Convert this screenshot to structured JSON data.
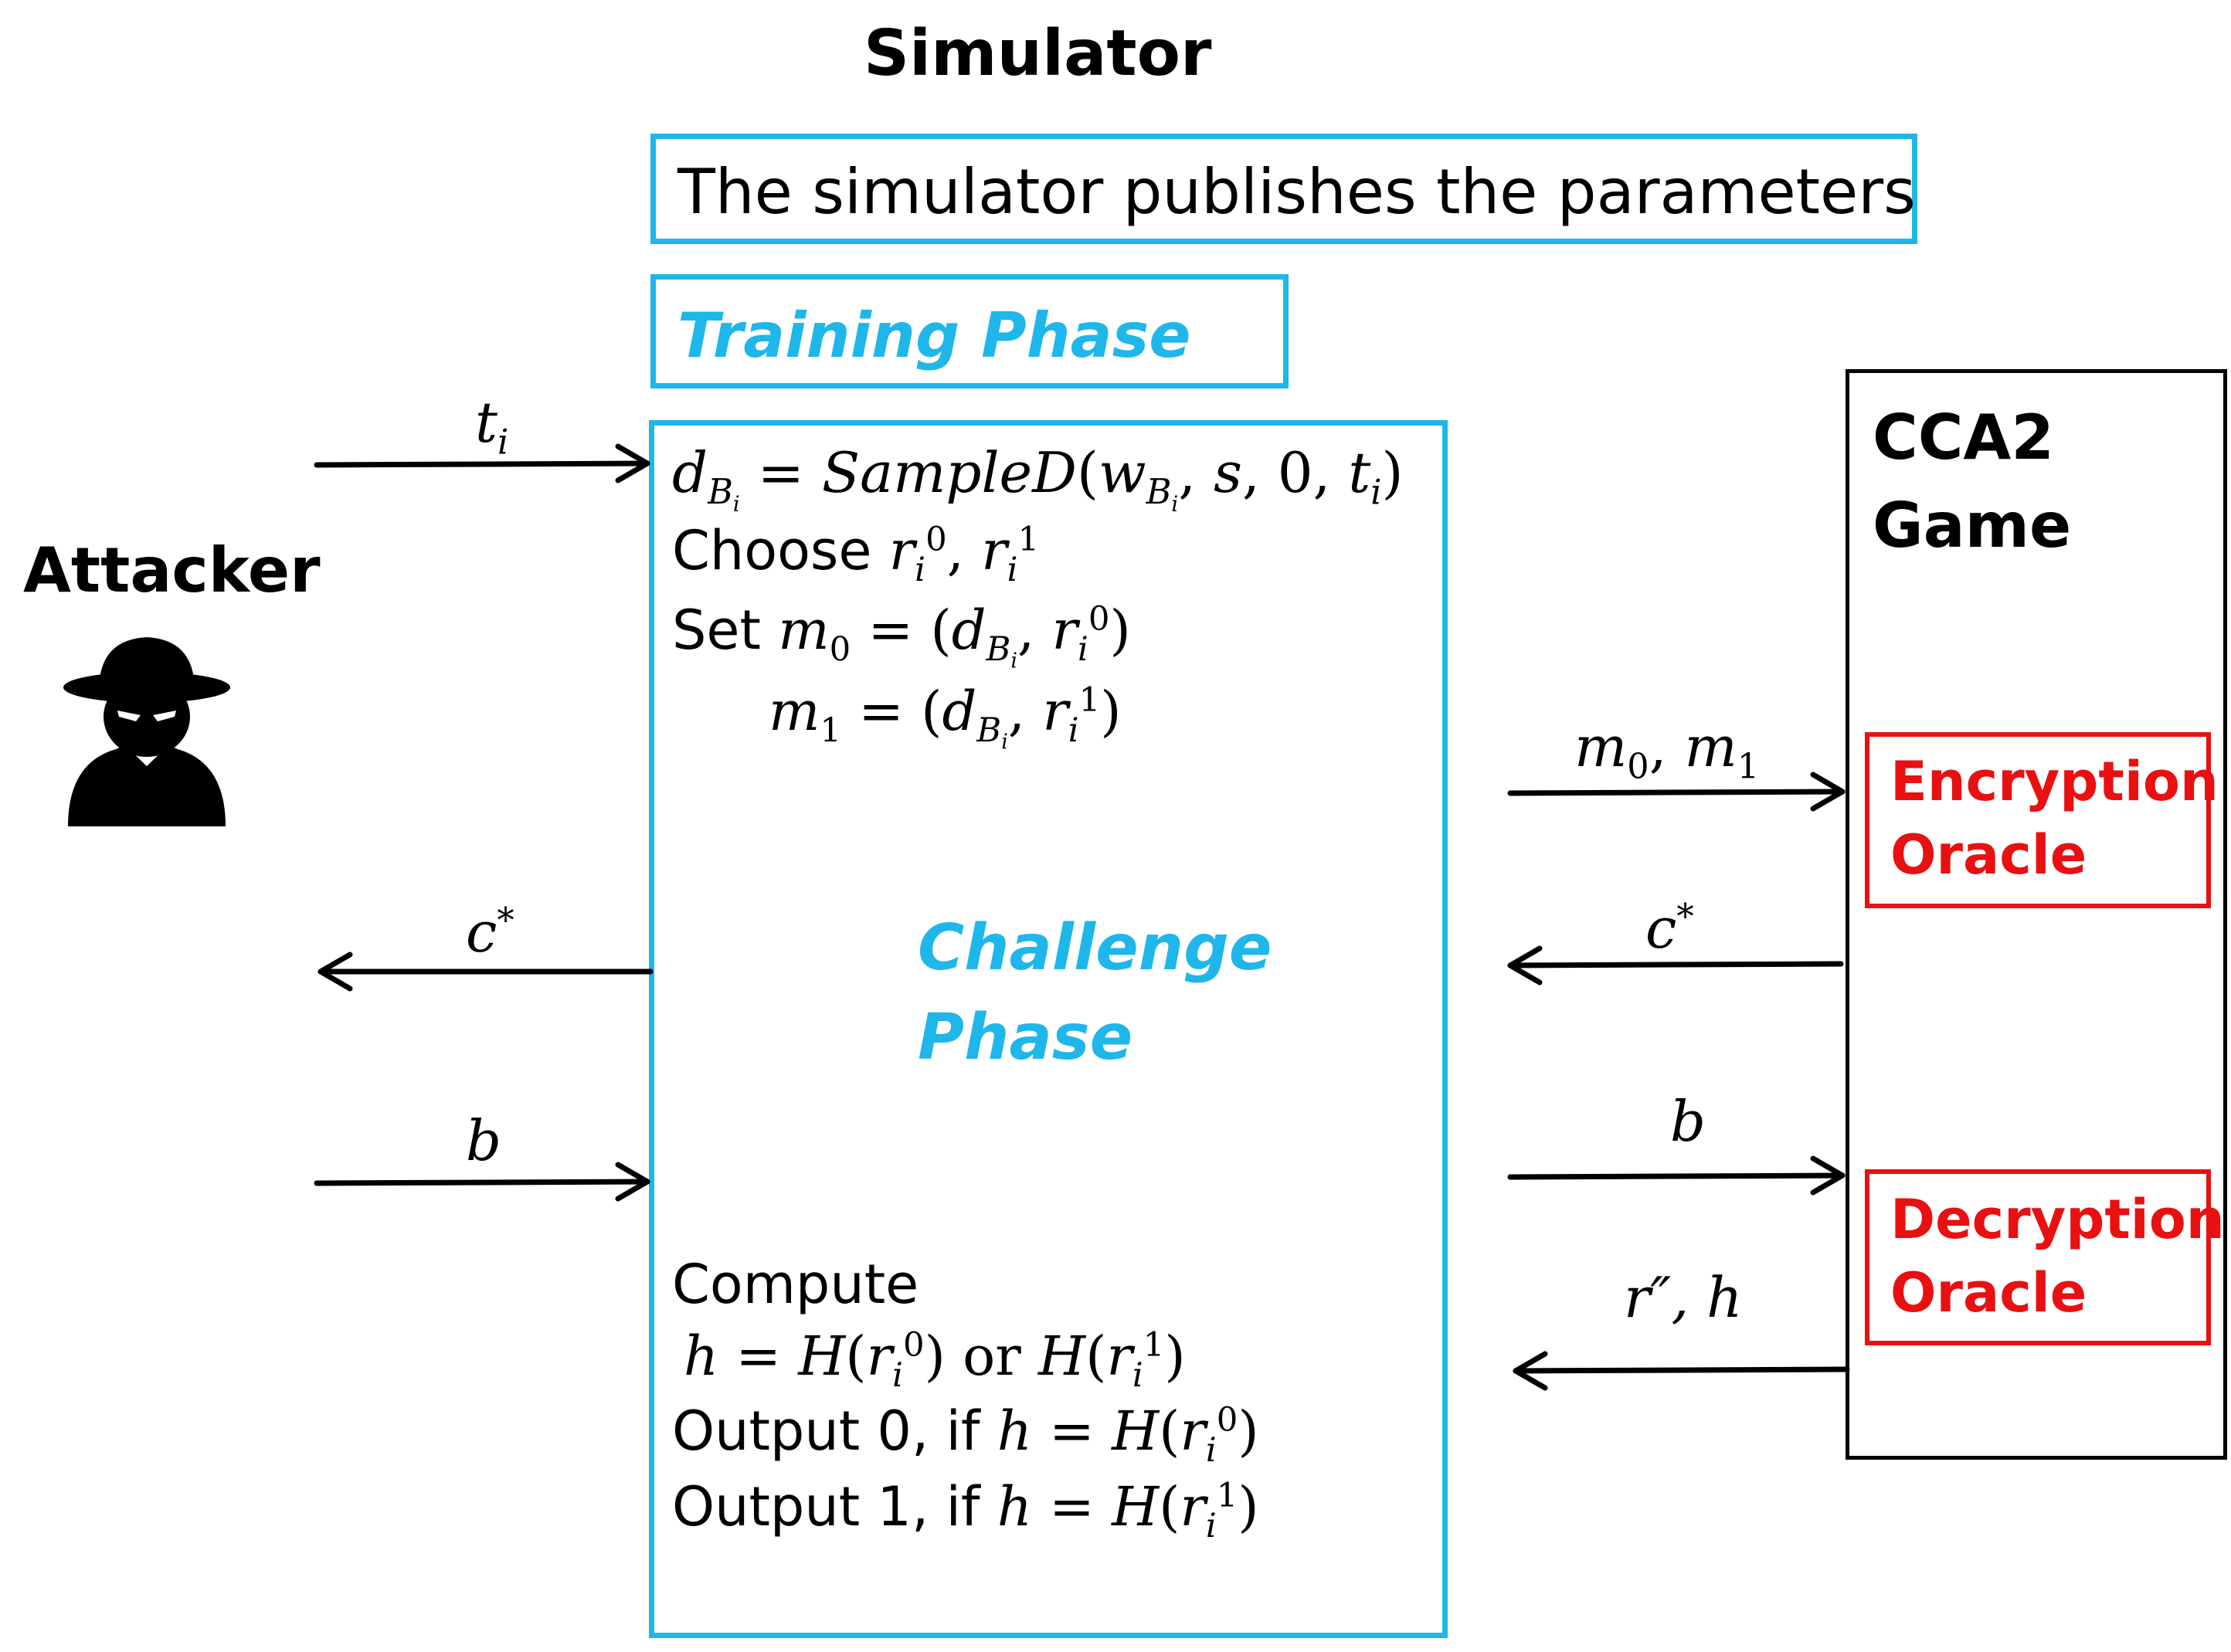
{
  "header": {
    "title": "Simulator"
  },
  "params_box": {
    "text": "The simulator publishes the parameters"
  },
  "training_box": {
    "text": "Training Phase"
  },
  "attacker": {
    "label": "Attacker",
    "icon": "spy-icon"
  },
  "game": {
    "line1": "CCA2",
    "line2": "Game"
  },
  "encryption_oracle": {
    "line1": "Encryption",
    "line2": "Oracle"
  },
  "decryption_oracle": {
    "line1": "Decryption",
    "line2": "Oracle"
  },
  "challenge": {
    "line1": "Challenge",
    "line2": "Phase"
  },
  "steps": {
    "choose": "Choose",
    "set": "Set",
    "compute": "Compute",
    "or": "or",
    "output0": "Output 0, if",
    "output1": "Output 1, if"
  },
  "arrows": {
    "t_label": "t",
    "t_sub": "i",
    "c_label": "c",
    "c_sup": "*",
    "b_label": "b",
    "m_label": "m",
    "r_label": "r″, h"
  },
  "colors": {
    "accent_blue": "#1fb6ea",
    "oracle_red": "#e81010",
    "ink": "#000000"
  }
}
